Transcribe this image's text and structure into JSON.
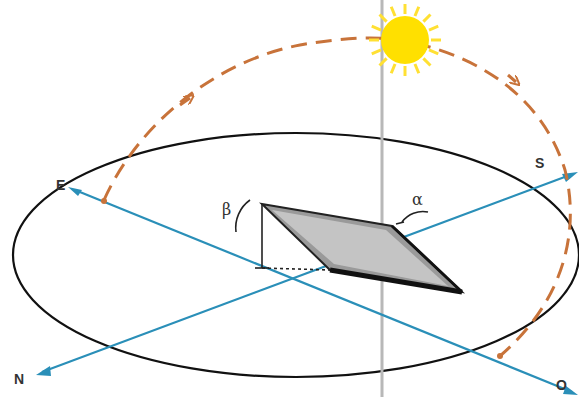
{
  "diagram": {
    "labels": [
      "E",
      "S",
      "N",
      "O",
      "β",
      "α"
    ]
  }
}
